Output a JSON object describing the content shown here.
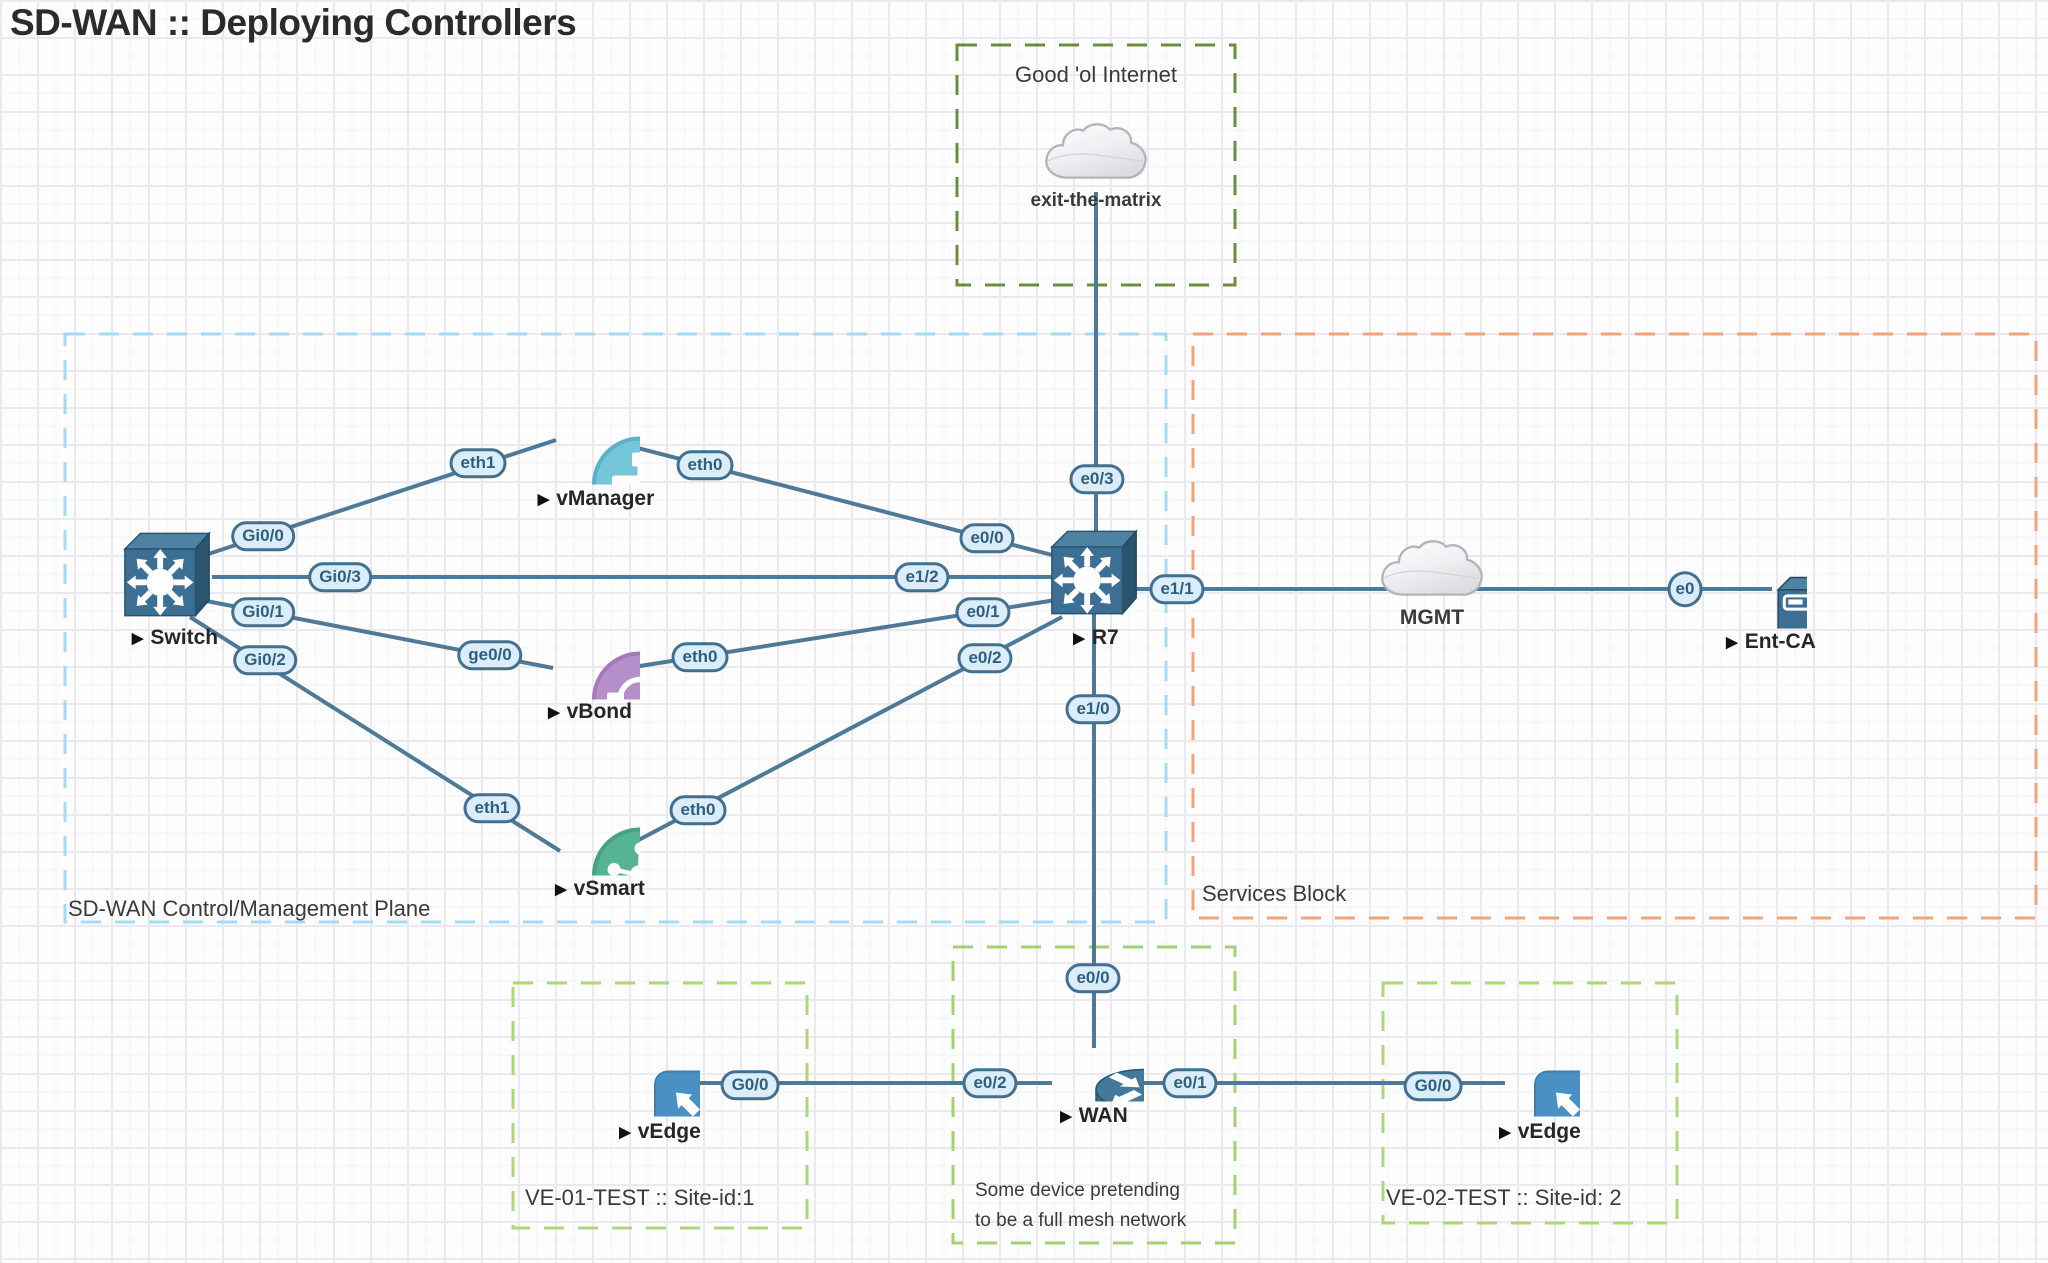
{
  "title": "SD-WAN :: Deploying Controllers",
  "play_glyph": "▶",
  "boxes": {
    "internet": {
      "label": "Good 'ol Internet"
    },
    "control": {
      "label": "SD-WAN Control/Management Plane"
    },
    "services": {
      "label": "Services Block"
    },
    "site1": {
      "label": "VE-01-TEST :: Site-id:1"
    },
    "wan": {
      "label_line1": "Some device pretending",
      "label_line2": "to be a full mesh network"
    },
    "site2": {
      "label": "VE-02-TEST :: Site-id: 2"
    }
  },
  "nodes": {
    "internet_cloud": {
      "label": "exit-the-matrix"
    },
    "switch": {
      "label": "Switch"
    },
    "vmanager": {
      "label": "vManager"
    },
    "vbond": {
      "label": "vBond"
    },
    "vsmart": {
      "label": "vSmart"
    },
    "r7": {
      "label": "R7"
    },
    "mgmt_cloud": {
      "label": "MGMT"
    },
    "entca": {
      "label": "Ent-CA"
    },
    "wan": {
      "label": "WAN"
    },
    "vedge1": {
      "label": "vEdge"
    },
    "vedge2": {
      "label": "vEdge"
    }
  },
  "pills": {
    "sw_gi00": "Gi0/0",
    "sw_gi03": "Gi0/3",
    "sw_gi01": "Gi0/1",
    "sw_gi02": "Gi0/2",
    "vm_eth1": "eth1",
    "vm_eth0": "eth0",
    "vb_ge00": "ge0/0",
    "vb_eth0": "eth0",
    "vs_eth1": "eth1",
    "vs_eth0": "eth0",
    "r7_e03": "e0/3",
    "r7_e00": "e0/0",
    "r7_e12": "e1/2",
    "r7_e01": "e0/1",
    "r7_e02": "e0/2",
    "r7_e11": "e1/1",
    "r7_e10": "e1/0",
    "ca_e0": "e0",
    "wan_e00": "e0/0",
    "wan_e02": "e0/2",
    "wan_e01": "e0/1",
    "ve1_g00": "G0/0",
    "ve2_g00": "G0/0"
  },
  "colors": {
    "link": "#4e7a98",
    "pill_fill": "#dcedfa",
    "pill_border": "#43708f",
    "node_blue": "#3b6f93",
    "vmanager_teal": "#74c6d8",
    "vbond_purple": "#b58fc9",
    "vsmart_green": "#56b394",
    "vedge_blue": "#4a90c4",
    "box_internet_green": "#6b8e3e",
    "box_control_blue": "#a5daf5",
    "box_services_orange": "#f2a37b",
    "box_site_green": "#a4d36e"
  }
}
